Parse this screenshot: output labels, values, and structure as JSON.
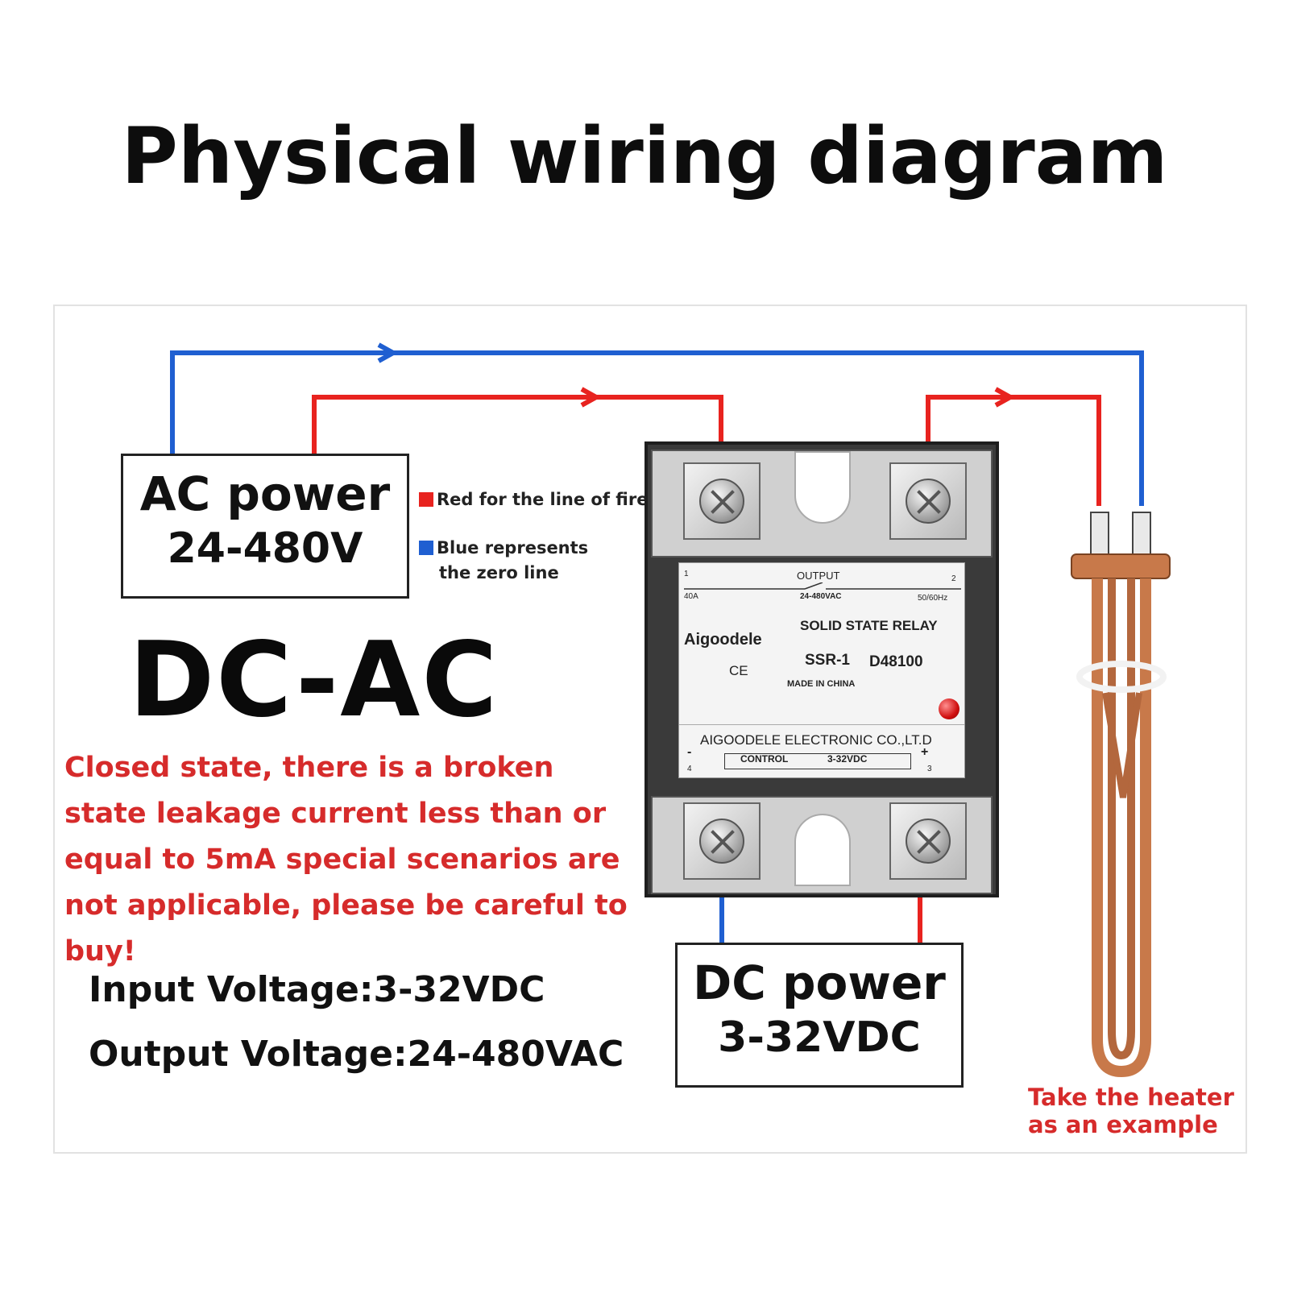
{
  "title": "Physical wiring diagram",
  "ac_box": {
    "line1": "AC power",
    "line2": "24-480V"
  },
  "legend": {
    "red": "Red for the line of fire",
    "blue_line1": "Blue represents",
    "blue_line2": "the zero line"
  },
  "mode": "DC-AC",
  "warning": "Closed state, there is a broken state leakage current less than or equal to 5mA special scenarios are not applicable, please be careful to buy!",
  "specs": {
    "input": "Input Voltage:3-32VDC",
    "output": "Output Voltage:24-480VAC"
  },
  "dc_box": {
    "line1": "DC power",
    "line2": "3-32VDC"
  },
  "heater_note": {
    "line1": "Take the heater",
    "line2": "as an example"
  },
  "relay_label": {
    "t1": "1",
    "t2": "2",
    "t3": "3",
    "t4": "4",
    "output": "OUTPUT",
    "current": "40A",
    "output_voltage": "24-480VAC",
    "freq": "50/60Hz",
    "type": "SOLID STATE RELAY",
    "brand": "Aigoodele",
    "model": "SSR-1",
    "model_code": "D48100",
    "ce": "CE",
    "made_in": "MADE IN CHINA",
    "company": "AIGOODELE ELECTRONIC CO.,LT.D",
    "control": "CONTROL",
    "control_voltage": "3-32VDC",
    "minus": "-",
    "plus": "+"
  },
  "colors": {
    "live_wire": "#e8231f",
    "neutral_wire": "#1f5fd1",
    "warning_text": "#d62b2b",
    "heater_copper": "#c8794a"
  }
}
